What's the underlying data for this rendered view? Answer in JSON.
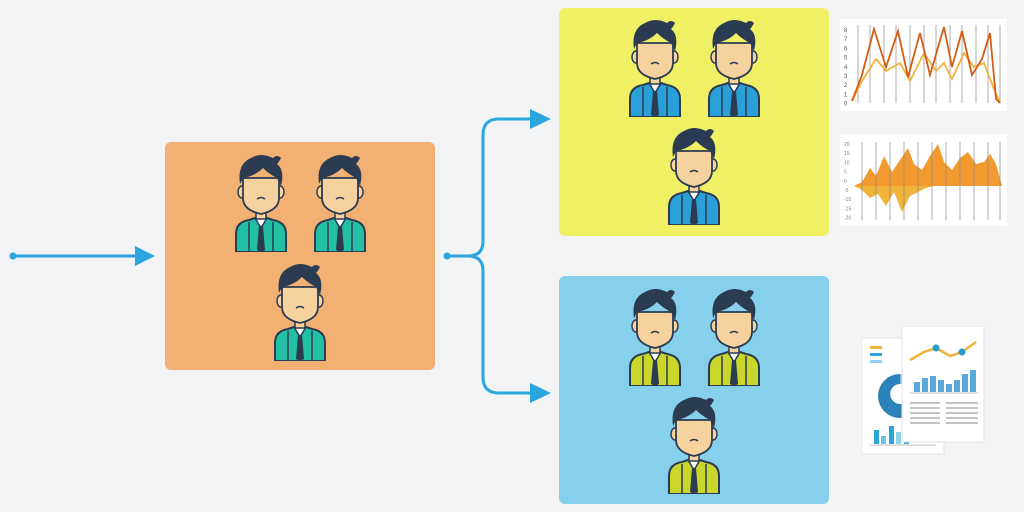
{
  "groups": [
    {
      "id": "source",
      "color": "#f3b073",
      "shirt": "#22bfa4",
      "members": 3
    },
    {
      "id": "segment-a",
      "color": "#f0f064",
      "shirt": "#2b9fd8",
      "members": 3
    },
    {
      "id": "segment-b",
      "color": "#87d0eb",
      "shirt": "#c9d62c",
      "members": 3
    }
  ],
  "colors": {
    "arrow": "#2aa6dd",
    "hair": "#2b3b52",
    "skin": "#f6d29e",
    "line_dark": "#d55d13",
    "line_light": "#f2b33b",
    "area": "#f29a30"
  },
  "line_chart": {
    "y_ticks": [
      "8",
      "7",
      "6",
      "5",
      "4",
      "3",
      "2",
      "1",
      "0"
    ]
  },
  "area_chart": {
    "y_ticks": [
      "20",
      "15",
      "10",
      "5",
      "0",
      "-5",
      "-10",
      "-15",
      "-20"
    ]
  },
  "icons": [
    "person-icon",
    "line-chart-icon",
    "area-chart-icon",
    "report-icon",
    "arrow-icon"
  ]
}
